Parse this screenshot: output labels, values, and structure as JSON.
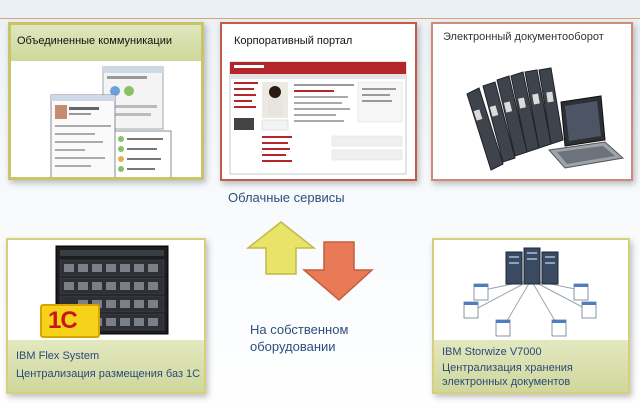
{
  "cards": {
    "unified_comms": {
      "title": "Объединенные коммуникации"
    },
    "corporate_portal": {
      "title": "Корпоративный портал"
    },
    "edm": {
      "title": "Электронный документооборот"
    }
  },
  "cloud_services_label": "Облачные сервисы",
  "on_premise_label_line1": "На собственном",
  "on_premise_label_line2": "оборудовании",
  "flex_system": {
    "line1": "IBM Flex System",
    "line2": "Централизация размещения  баз 1С",
    "logo_text": "1С"
  },
  "storwize": {
    "line1": "IBM Storwize V7000",
    "line2": "Централизация хранения",
    "line3": "электронных документов"
  },
  "colors": {
    "arrow_up": "#e9e36a",
    "arrow_down": "#e97a57",
    "caption_text": "#2a4a78",
    "portal_red": "#b5262b"
  }
}
